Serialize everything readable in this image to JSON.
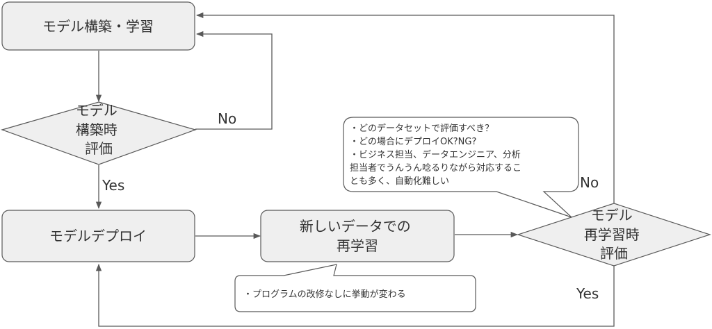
{
  "nodes": {
    "build_train": {
      "label": "モデル構築・学習"
    },
    "build_eval": {
      "lines": [
        "モデル",
        "構築時",
        "評価"
      ]
    },
    "deploy": {
      "label": "モデルデプロイ"
    },
    "retrain": {
      "lines": [
        "新しいデータでの",
        "再学習"
      ]
    },
    "retrain_eval": {
      "lines": [
        "モデル",
        "再学習時",
        "評価"
      ]
    }
  },
  "edge_labels": {
    "build_eval_no": "No",
    "build_eval_yes": "Yes",
    "retrain_eval_no": "No",
    "retrain_eval_yes": "Yes"
  },
  "callouts": {
    "eval_questions": {
      "lines": [
        "・どのデータセットで評価すべき？",
        "・どの場合にデプロイOK?NG?",
        "・ビジネス担当、データエンジニア、分析",
        "担当者でうんうん唸るりながら対応するこ",
        "とも多く、自動化難しい"
      ]
    },
    "retrain_note": {
      "label": "・プログラムの改修なしに挙動が変わる"
    }
  },
  "colors": {
    "node_fill": "#efefef",
    "stroke": "#595959",
    "text": "#333333"
  }
}
